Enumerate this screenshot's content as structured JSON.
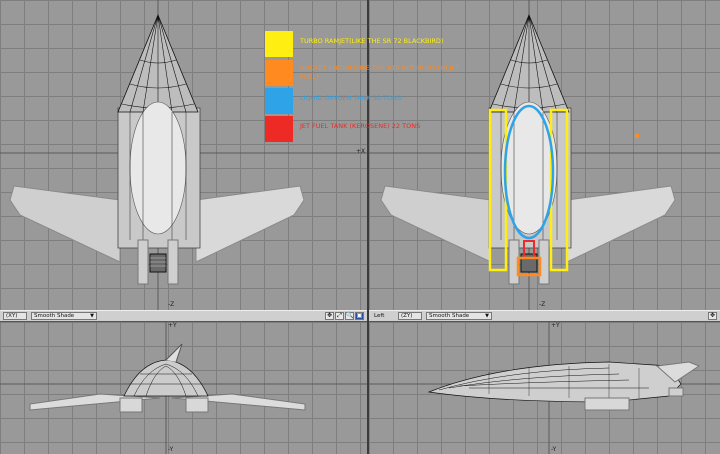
{
  "colors": {
    "turbo_ramjet": "#ffee11",
    "rocket_engine": "#ff8a1f",
    "liquid_oxygen": "#2ea3e8",
    "jet_fuel": "#ee2a24"
  },
  "legend": {
    "items": [
      {
        "label": "TURBO RAMJET(LIKE THE SR 72 BLACKBIRD)",
        "color": "#ffee11"
      },
      {
        "label": "ROCKET ENGINE(LIKE THE X15 BUT RUNS ON JET FUEL)",
        "color": "#ff8a1f"
      },
      {
        "label": "LIQUID OXYGEN TANK 30 TONS",
        "color": "#2ea3e8"
      },
      {
        "label": "JET FUEL TANK (KEROSENE) 22 TONS",
        "color": "#ee2a24"
      }
    ]
  },
  "viewports": {
    "bottom_left": {
      "view": "(XY)",
      "shade": "Smooth Shade"
    },
    "bottom_right": {
      "camera": "Left",
      "view": "(ZY)",
      "shade": "Smooth Shade"
    },
    "buttons": [
      "✥",
      "⤢",
      "🔍",
      "▣"
    ]
  },
  "axis_labels": {
    "x": "+X",
    "z": "-Z",
    "y_pos": "+Y",
    "y_neg": "-Y"
  },
  "icons": {
    "move": "move-icon",
    "rotate": "rotate-icon",
    "zoom": "zoom-icon",
    "maximize": "maximize-icon"
  }
}
